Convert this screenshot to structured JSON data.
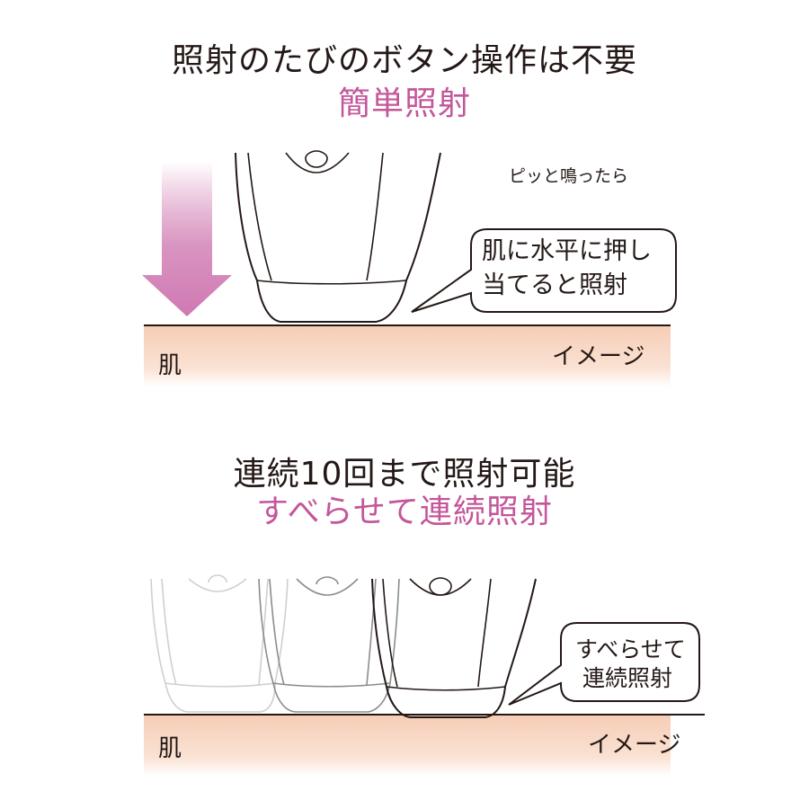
{
  "section1": {
    "title": "照射のたびのボタン操作は不要",
    "subtitle": "簡単照射",
    "note": "ピッと鳴ったら",
    "bubble_line1": "肌に水平に押し",
    "bubble_line2": "当てると照射",
    "skin_label": "肌",
    "image_label": "イメージ"
  },
  "section2": {
    "title": "連続10回まで照射可能",
    "subtitle": "すべらせて連続照射",
    "bubble_line1": "すべらせて",
    "bubble_line2": "連続照射",
    "skin_label": "肌",
    "image_label": "イメージ"
  },
  "colors": {
    "accent": "#c4569a",
    "text": "#231815",
    "skin": "#f7d4bf"
  }
}
